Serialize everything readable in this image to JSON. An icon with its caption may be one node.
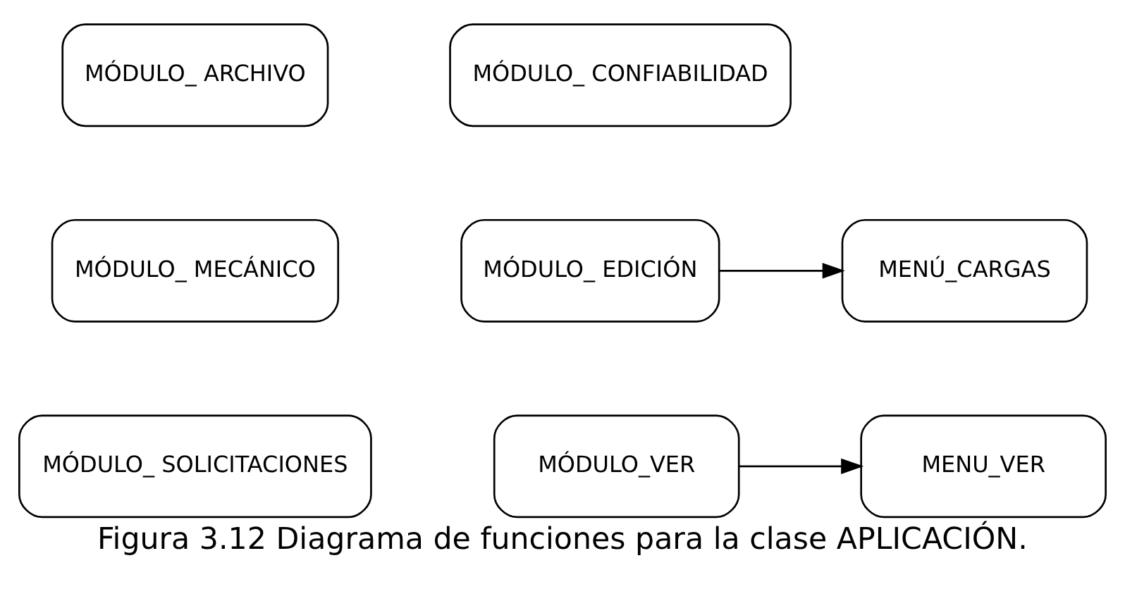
{
  "diagram": {
    "caption": "Figura 3.12 Diagrama de funciones para la clase APLICACIÓN.",
    "nodes": [
      {
        "text": [
          "MÓDULO_ ARCHIVO"
        ]
      },
      {
        "text": [
          "MÓDULO_ CONFIABILIDAD"
        ]
      },
      {
        "text": [
          "MÓDULO_ MECÁNICO"
        ]
      },
      {
        "text": [
          "MÓDULO_ EDICIÓN"
        ]
      },
      {
        "text": [
          "MENÚ_CARGAS"
        ]
      },
      {
        "text": [
          "MÓDULO_ SOLICITACIONES"
        ]
      },
      {
        "text": [
          "MÓDULO_VER"
        ]
      },
      {
        "text": [
          "MENU_VER"
        ]
      }
    ],
    "edges": [
      {
        "from": 3,
        "to": 4,
        "arrow": "to"
      },
      {
        "from": 6,
        "to": 7,
        "arrow": "to"
      }
    ]
  }
}
